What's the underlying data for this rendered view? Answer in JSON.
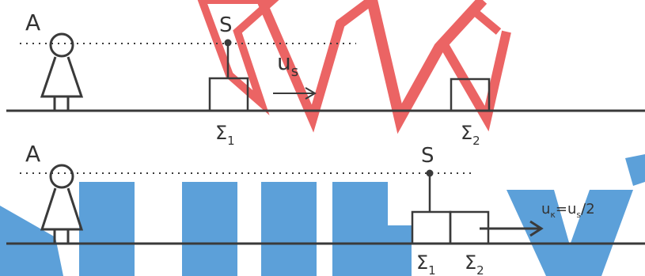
{
  "colors": {
    "ink": "#3a3a3a",
    "watermark_red": "#e84a4a",
    "watermark_blue": "#3f8fd2"
  },
  "top_scene": {
    "observer_label": "A",
    "source_label": "S",
    "velocity_label": "u",
    "velocity_subscript": "s",
    "block1_label": "Σ",
    "block1_subscript": "1",
    "block2_label": "Σ",
    "block2_subscript": "2"
  },
  "bottom_scene": {
    "observer_label": "A",
    "source_label": "S",
    "velocity_label": "u",
    "velocity_subscript": "κ",
    "velocity_equals": "=u",
    "velocity_rhs_subscript": "s",
    "velocity_tail": "/2",
    "block1_label": "Σ",
    "block1_subscript": "1",
    "block2_label": "Σ",
    "block2_subscript": "2"
  }
}
